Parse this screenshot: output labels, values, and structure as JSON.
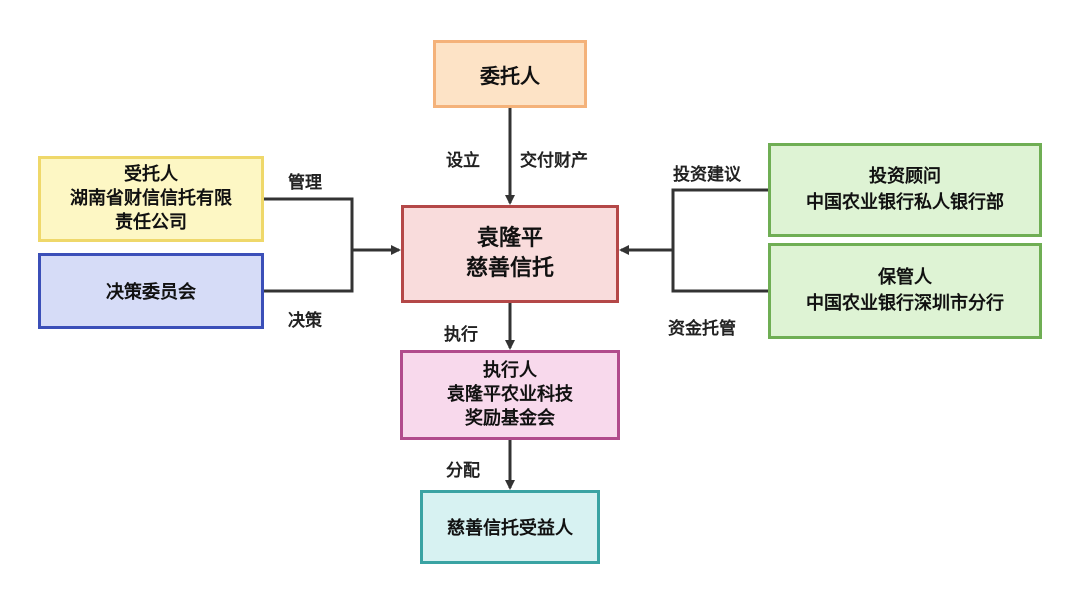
{
  "nodes": {
    "settlor": {
      "lines": [
        "委托人"
      ]
    },
    "trustee": {
      "lines": [
        "受托人",
        "湖南省财信信托有限",
        "责任公司"
      ]
    },
    "committee": {
      "lines": [
        "决策委员会"
      ]
    },
    "center": {
      "lines": [
        "袁隆平",
        "慈善信托"
      ]
    },
    "advisor": {
      "lines": [
        "投资顾问",
        "中国农业银行私人银行部"
      ]
    },
    "custodian": {
      "lines": [
        "保管人",
        "中国农业银行深圳市分行"
      ]
    },
    "executor": {
      "lines": [
        "执行人",
        "袁隆平农业科技",
        "奖励基金会"
      ]
    },
    "beneficiary": {
      "lines": [
        "慈善信托受益人"
      ]
    }
  },
  "edge_labels": {
    "establish": "设立",
    "deliver_property": "交付财产",
    "manage": "管理",
    "decide": "决策",
    "invest_advice": "投资建议",
    "fund_custody": "资金托管",
    "execute": "执行",
    "distribute": "分配"
  },
  "colors": {
    "line": "#333333"
  }
}
